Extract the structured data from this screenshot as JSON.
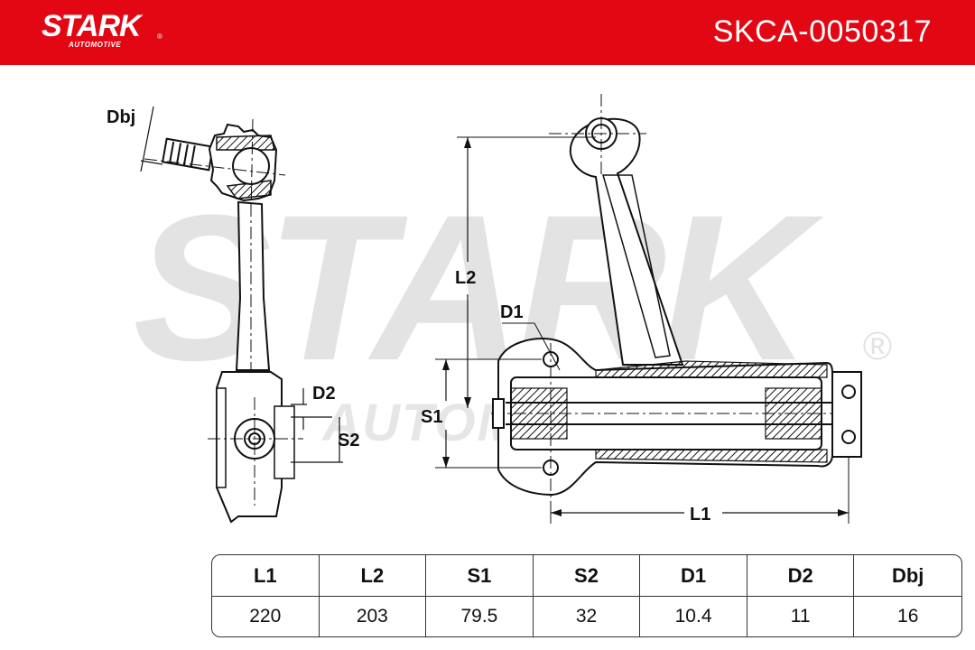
{
  "header": {
    "brand": "STARK",
    "brand_sub": "AUTOMOTIVE",
    "brand_reg": "®",
    "part_number": "SKCA-0050317",
    "color": "#e30613"
  },
  "watermark": {
    "text": "STARK",
    "sub": "AUTOMOTIVE",
    "reg": "®"
  },
  "labels": {
    "dbj": "Dbj",
    "d2": "D2",
    "s2": "S2",
    "l2": "L2",
    "d1": "D1",
    "s1": "S1",
    "l1": "L1"
  },
  "table": {
    "headers": [
      "L1",
      "L2",
      "S1",
      "S2",
      "D1",
      "D2",
      "Dbj"
    ],
    "values": [
      "220",
      "203",
      "79.5",
      "32",
      "10.4",
      "11",
      "16"
    ]
  }
}
